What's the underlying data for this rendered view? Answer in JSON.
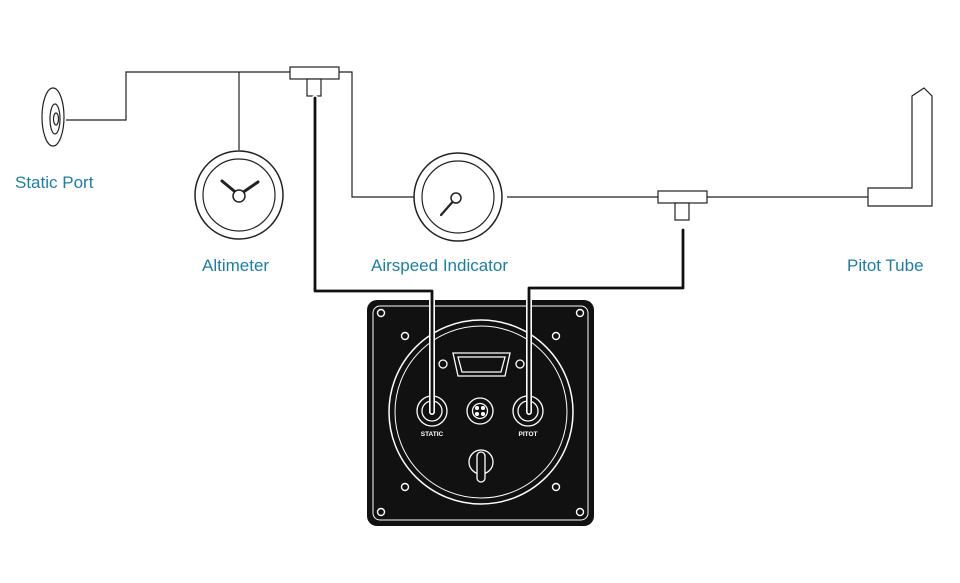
{
  "labels": {
    "static_port": "Static Port",
    "altimeter": "Altimeter",
    "airspeed_indicator": "Airspeed Indicator",
    "pitot_tube": "Pitot Tube",
    "static_connector": "STATIC",
    "pitot_connector": "PITOT"
  },
  "colors": {
    "label": "#1a7fa8",
    "line": "#222222",
    "panel": "#111111",
    "white": "#ffffff"
  }
}
